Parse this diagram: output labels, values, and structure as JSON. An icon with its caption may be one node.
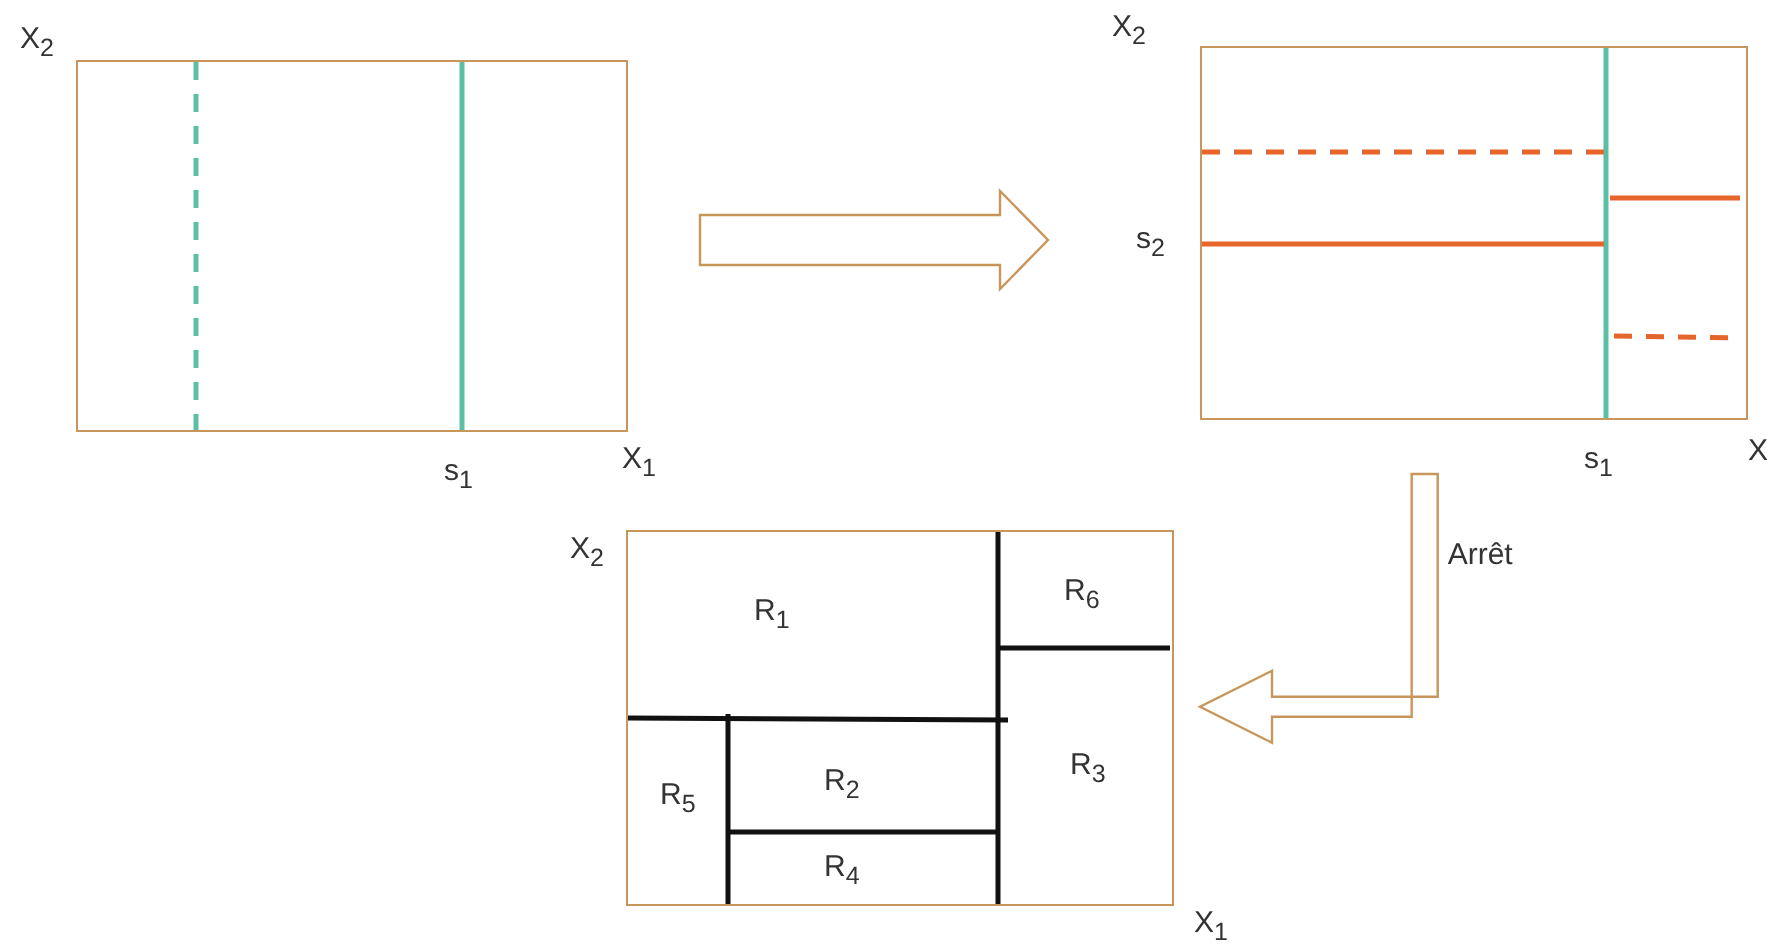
{
  "diagram": {
    "nodes": [
      {
        "text": [],
        "shape": "box",
        "beside": [
          "X$_{2}$",
          "s$_{1}$",
          "X$_{1}$"
        ]
      },
      {
        "text": [],
        "shape": "box",
        "beside": [
          "X$_{2}$",
          "s$_{2}$",
          "s$_{1}$",
          "X"
        ]
      },
      {
        "text": [],
        "shape": "box",
        "beside": [
          "X$_{2}$",
          "X$_{1}$"
        ]
      },
      {
        "text": [
          "R$_{1}$"
        ],
        "in": 2
      },
      {
        "text": [
          "R$_{6}$"
        ],
        "in": 2
      },
      {
        "text": [
          "R$_{5}$"
        ],
        "in": 2
      },
      {
        "text": [
          "R$_{2}$"
        ],
        "in": 2
      },
      {
        "text": [
          "R$_{3}$"
        ],
        "in": 2
      },
      {
        "text": [
          "R$_{4}$"
        ],
        "in": 2
      }
    ],
    "edges": [
      {
        "from": 0,
        "to": 1,
        "arrow": "to"
      },
      {
        "from": 1,
        "to": 2,
        "arrow": "to",
        "label": "Arrêt"
      }
    ]
  }
}
